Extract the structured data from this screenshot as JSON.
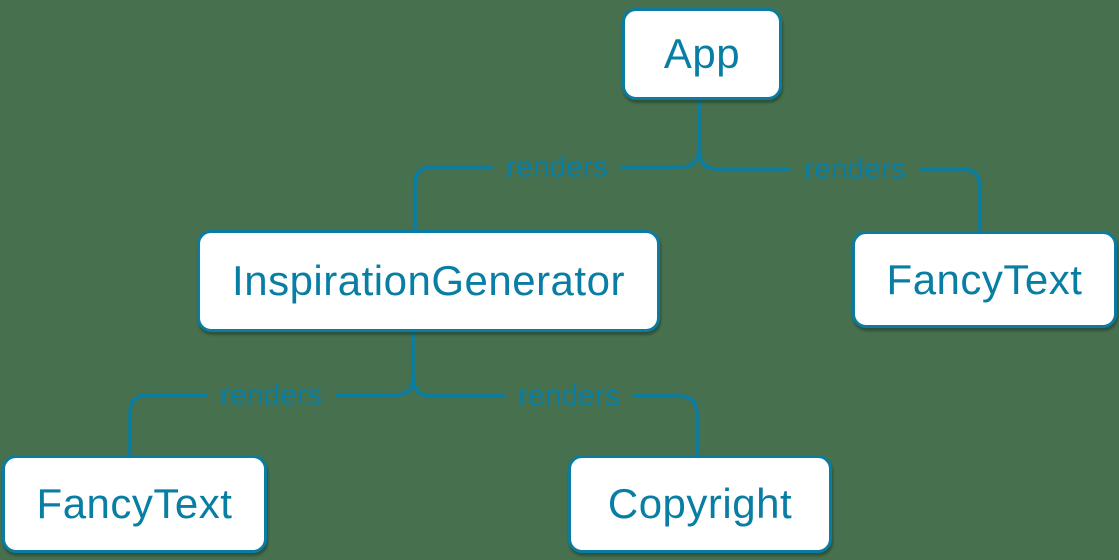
{
  "diagram": {
    "kind": "component-render-tree",
    "colors": {
      "background": "#47704E",
      "accent_blue": "#087EA4",
      "node_fill": "#FFFFFF"
    },
    "nodes": [
      {
        "id": "app",
        "label": "App"
      },
      {
        "id": "inspiration-generator",
        "label": "InspirationGenerator"
      },
      {
        "id": "fancy-text-top",
        "label": "FancyText"
      },
      {
        "id": "fancy-text-bottom",
        "label": "FancyText"
      },
      {
        "id": "copyright",
        "label": "Copyright"
      }
    ],
    "edges": [
      {
        "from": "App",
        "to": "InspirationGenerator",
        "label": "renders"
      },
      {
        "from": "App",
        "to": "FancyText",
        "label": "renders"
      },
      {
        "from": "InspirationGenerator",
        "to": "FancyText",
        "label": "renders"
      },
      {
        "from": "InspirationGenerator",
        "to": "Copyright",
        "label": "renders"
      }
    ]
  }
}
